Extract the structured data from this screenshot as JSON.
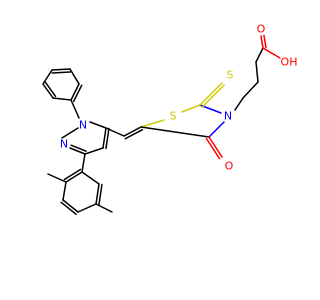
{
  "colors": {
    "carbon": "#000000",
    "nitrogen": "#0000FF",
    "oxygen": "#FF0000",
    "sulfur": "#CCCC00",
    "background": "#FFFFFF"
  },
  "atom_labels": {
    "n_pyrazole_1": "N",
    "n_pyrazole_2": "N",
    "s_ring": "S",
    "s_thione": "S",
    "n_ring": "N",
    "o_carbonyl_ring": "O",
    "o_carbonyl_acid": "O",
    "oh_acid": "OH"
  }
}
